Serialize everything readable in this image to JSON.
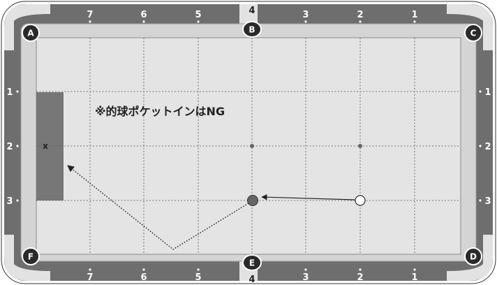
{
  "diagram": {
    "note": "※的球ポケットインはNG",
    "x_mark": "x",
    "rail_top_numbers": [
      "7",
      "6",
      "5",
      "4",
      "3",
      "2",
      "1"
    ],
    "rail_bottom_numbers": [
      "7",
      "6",
      "5",
      "4",
      "3",
      "2",
      "1"
    ],
    "rail_left_numbers": [
      "1",
      "2",
      "3"
    ],
    "rail_right_numbers": [
      "1",
      "2",
      "3"
    ],
    "pockets": [
      "A",
      "B",
      "C",
      "D",
      "E",
      "F"
    ],
    "colors": {
      "rail": "#6e6e6e",
      "cushion": "#d4d4d4",
      "cloth": "#e4e4e4",
      "zone": "#777777",
      "object_ball": "#666666",
      "cue_ball": "#ffffff",
      "pocket": "#2a2a2a"
    }
  }
}
